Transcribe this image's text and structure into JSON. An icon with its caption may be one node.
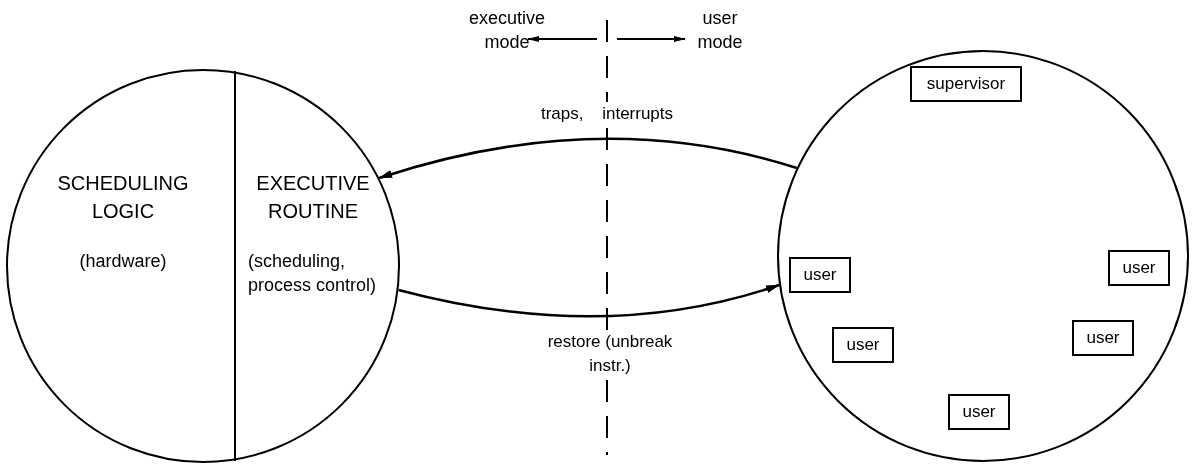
{
  "diagram": {
    "nodes": [
      {
        "text": [],
        "shape": "circle"
      },
      {
        "text": [
          "SCHEDULING LOGIC",
          "(hardware)"
        ],
        "in": 0
      },
      {
        "text": [
          "EXECUTIVE ROUTINE",
          "(scheduling, process control)"
        ],
        "in": 0
      },
      {
        "text": [],
        "shape": "circle"
      },
      {
        "text": [
          "supervisor"
        ],
        "in": 3
      },
      {
        "text": [
          "user"
        ],
        "in": 3
      },
      {
        "text": [
          "user"
        ],
        "in": 3
      },
      {
        "text": [
          "user"
        ],
        "in": 3
      },
      {
        "text": [
          "user"
        ],
        "in": 3
      },
      {
        "text": [
          "user"
        ],
        "in": 3
      }
    ],
    "edges": [
      {
        "from": 3,
        "to": 0,
        "arrow": "to",
        "label": "traps, interrupts"
      },
      {
        "from": 0,
        "to": 3,
        "arrow": "to",
        "label": "restore (unbreak instr.)"
      }
    ],
    "labels": [
      "executive mode",
      "user mode"
    ]
  }
}
